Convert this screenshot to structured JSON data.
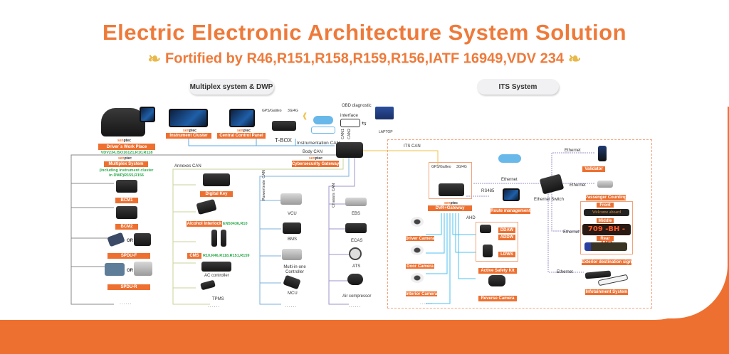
{
  "header": {
    "title": "Electric Electronic Architecture System Solution",
    "subtitle": "Fortified by  R46,R151,R158,R159,R156,IATF 16949,VDV 234"
  },
  "sections": {
    "multiplex": "Multiplex system & DWP",
    "its": "ITS System"
  },
  "brand": {
    "prefix": "sen",
    "suffix": "ptec"
  },
  "multiplex": {
    "dwp": {
      "label": "Driver`s Work Place",
      "standards": "VDV234,ISO16121,R10,R118"
    },
    "instrument_cluster": "Instrument Cluster",
    "central_panel": "Central Control Panel",
    "tbox": {
      "label": "T-BOX",
      "gps": "GPS/Galileo",
      "net": "3G/4G"
    },
    "obd": {
      "line1": "OBD diagnostic",
      "line2": "interface",
      "can1": "CAN1",
      "can2": "CAN2"
    },
    "laptop": "LAPTOP",
    "instrumentation_can": "Instrumentation CAN",
    "body_can": "Body CAN",
    "gateway": "Cybersecurity Gateway",
    "multiplex_system": {
      "label": "Multiplex System",
      "note1": "(including instrument cluster",
      "note2": "in DWP)R155,R156"
    },
    "body_modules": [
      "BCM1",
      "BCM2",
      "SPDU-F",
      "SPDU-R"
    ],
    "or_label": "OR",
    "more": "......",
    "annexes": {
      "title": "Annexes CAN",
      "items": [
        {
          "label": "Digital Key",
          "std": ""
        },
        {
          "label": "Alcohol Interlock",
          "std": "EN50436,R10"
        },
        {
          "label": "CMS",
          "std": "R10,R46,R118,R151,R159"
        }
      ],
      "plain": [
        "AC controller",
        "TPMS"
      ]
    },
    "powertrain": {
      "title": "Powertrain CAN",
      "items": [
        "VCU",
        "BMS",
        "Multi-in-one Controller",
        "MCU"
      ]
    },
    "chassis": {
      "title": "Chassis CAN",
      "items": [
        "EBS",
        "ECAS",
        "ATS",
        "Air compressor"
      ]
    }
  },
  "its": {
    "its_can": "ITS CAN",
    "dvr": {
      "label": "DVR+Gateway",
      "gps": "GPS/Galileo",
      "net": "3G/4G"
    },
    "ethernet": "Ethernet",
    "rs485": "RS485",
    "route": "Route management",
    "switch": "Ethernet Switch",
    "ahd": "AHD",
    "cameras": [
      "Driver Camera",
      "Door Camera",
      "Interior Camera"
    ],
    "safety": {
      "label": "Active Safety Kit",
      "items": [
        "DDAW",
        "ADDW",
        "LDWS"
      ]
    },
    "reverse": "Reverse Camera",
    "validator": "Validator",
    "counting": "Passenger Counting",
    "sign": {
      "label": "Exterior destination sign",
      "front": "Front",
      "middle": "Middle",
      "rear": "Rear",
      "front_text": "Welcome aboard",
      "middle_text": "709 -BH - HA"
    },
    "infotainment": "Infotainment System",
    "more": "......"
  },
  "colors": {
    "accent": "#ee7030",
    "green": "#2aa84a",
    "blue": "#5aa9e6",
    "purple": "#9b94c9",
    "olive": "#c7d59a",
    "cyan": "#4cc2ef",
    "gold": "#f2c14a"
  }
}
